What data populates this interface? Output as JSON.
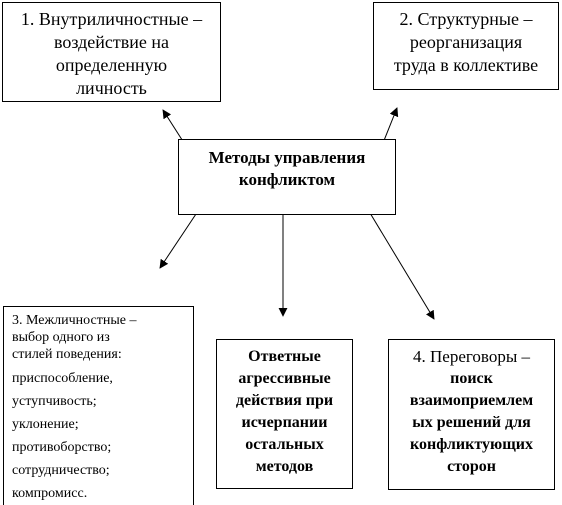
{
  "diagram": {
    "center": {
      "lines": [
        "Методы управления",
        "конфликтом"
      ]
    },
    "box1": {
      "lines": [
        "1. Внутриличностные –",
        "воздействие на",
        "определенную",
        "личность"
      ]
    },
    "box2": {
      "lines": [
        "2. Структурные –",
        "реорганизация",
        "труда в коллективе"
      ]
    },
    "box3": {
      "lines": [
        "3. Межличностные –",
        "выбор одного из",
        "стилей поведения:",
        "приспособление,",
        "уступчивость;",
        "уклонение;",
        "противоборство;",
        "сотрудничество;",
        "компромисс."
      ]
    },
    "box_responsive": {
      "lines": [
        "Ответные",
        "агрессивные",
        "действия при",
        "исчерпании",
        "остальных",
        "методов"
      ]
    },
    "box4": {
      "lines": [
        "4. Переговоры –",
        "поиск",
        "взаимоприемлем",
        "ых решений для",
        "конфликтующих",
        "сторон"
      ]
    },
    "colors": {
      "line": "#000000",
      "background": "#ffffff"
    }
  }
}
